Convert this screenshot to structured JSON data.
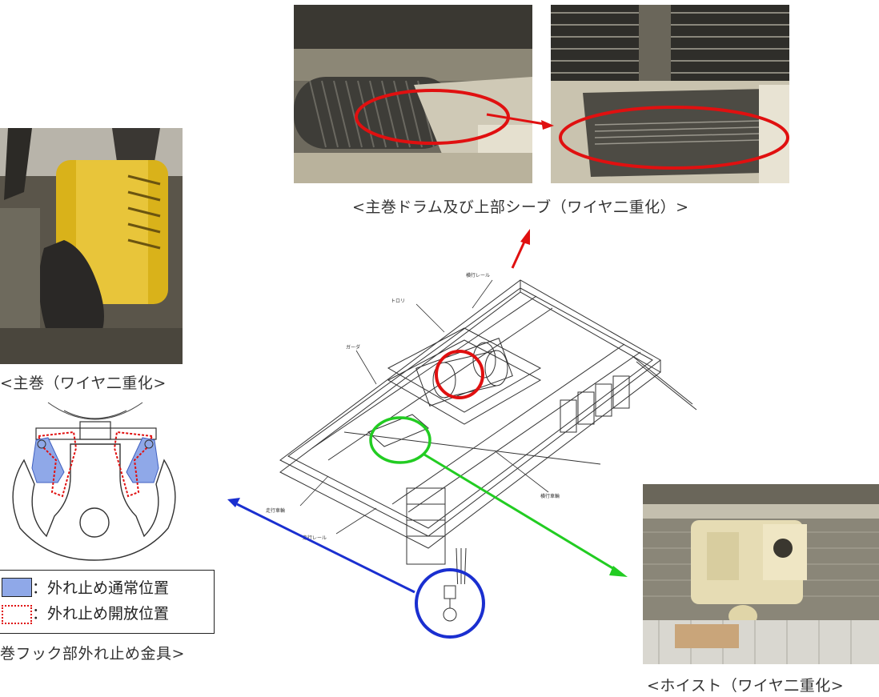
{
  "captions": {
    "drum_sheave": "<主巻ドラム及び上部シーブ（ワイヤ二重化）>",
    "main_hoist": "<主巻（ワイヤ二重化>",
    "hook_latch": "巻フック部外れ止め金具>",
    "hoist": "<ホイスト（ワイヤ二重化>"
  },
  "legend": {
    "normal": "：外れ止め通常位置",
    "open": "：外れ止め開放位置"
  },
  "crane_labels": {
    "traverse_rail": "横行レール",
    "trolley": "トロリ",
    "girder": "ガーダ",
    "traverse_wheel": "横行車輪",
    "travel_wheel": "走行車輪",
    "travel_rail": "走行レール"
  },
  "colors": {
    "red_marker": "#e01010",
    "green_marker": "#22cc22",
    "blue_marker": "#1a2fd0",
    "legend_fill": "#8fa8e8",
    "hook_yellow": "#d9b21a"
  }
}
